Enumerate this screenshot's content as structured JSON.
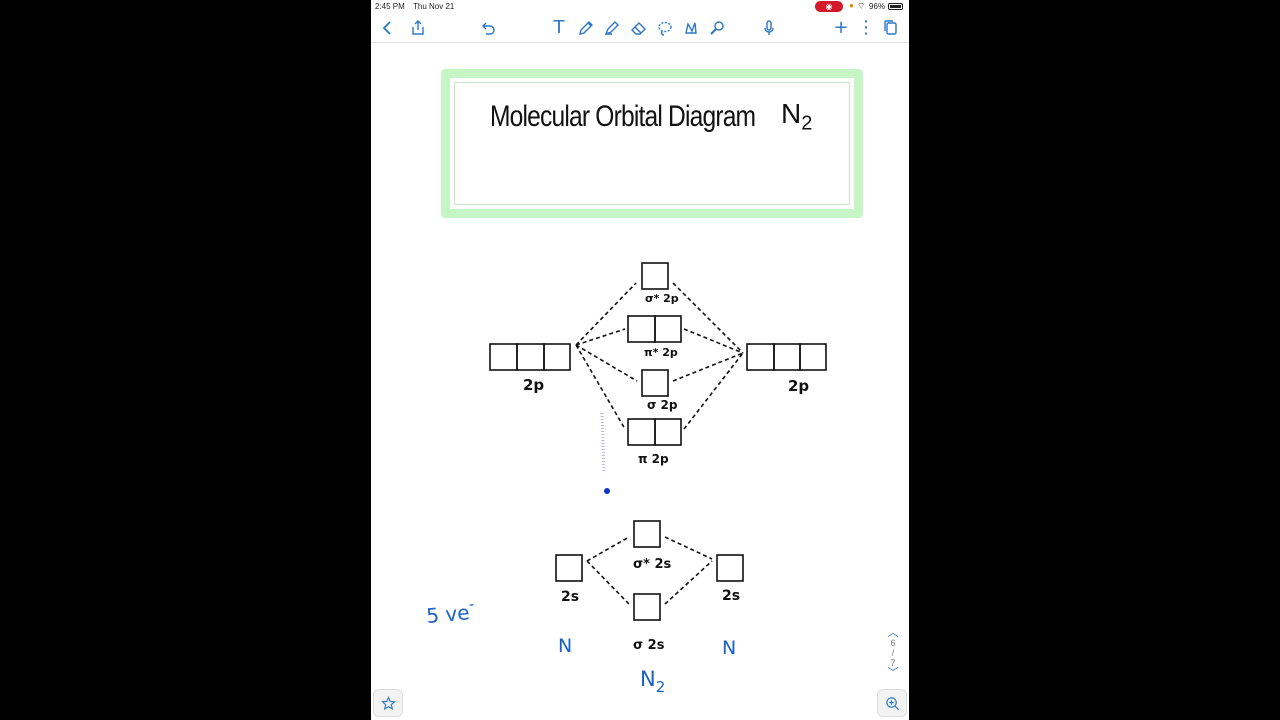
{
  "status_bar": {
    "time": "2:45 PM",
    "date": "Thu Nov 21",
    "battery": "96%"
  },
  "toolbar": {
    "buttons": [
      "back-icon",
      "share-icon",
      "undo-icon",
      "text-tool-icon",
      "pen-icon",
      "highlighter-icon",
      "eraser-icon",
      "lasso-icon",
      "shapes-icon",
      "laser-pointer-icon",
      "microphone-icon",
      "add-page-icon",
      "more-icon",
      "pages-icon"
    ],
    "text_tool_glyph": "T",
    "add_glyph": "+",
    "more_glyph": "⋮"
  },
  "note": {
    "title": "Molecular Orbital Diagram",
    "formula": "N",
    "formula_sub": "2"
  },
  "diagram": {
    "left_atom_orbital": "2p",
    "right_atom_orbital": "2p",
    "mo_labels": {
      "sigma_star_2p": "σ* 2p",
      "pi_star_2p": "π* 2p",
      "sigma_2p": "σ 2p",
      "pi_2p": "π 2p",
      "sigma_star_2s": "σ* 2s",
      "sigma_2s": "σ 2s"
    },
    "left_2s": "2s",
    "right_2s": "2s",
    "left_atom": "N",
    "right_atom": "N",
    "molecule": "N",
    "molecule_sub": "2",
    "valence_note": "5 ve",
    "valence_sup": "-"
  },
  "colors": {
    "title_border": "#c6f5c6",
    "ink": "#111111",
    "blue_ink": "#1a62c4",
    "accent": "#2a78c6",
    "record_red": "#d21a2a"
  },
  "page_indicator": {
    "current": "6",
    "separator": "/",
    "total": "7"
  }
}
